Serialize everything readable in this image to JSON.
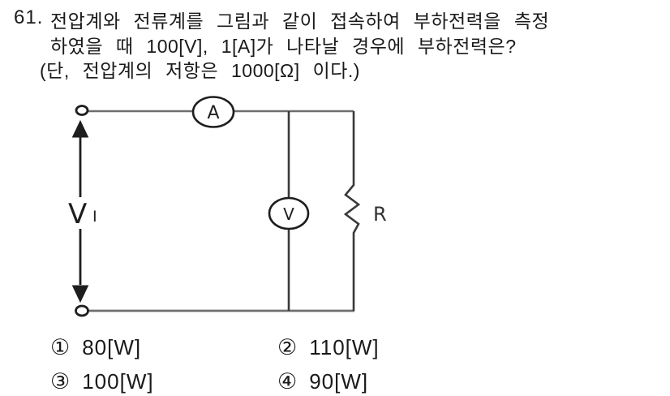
{
  "question": {
    "number": "61.",
    "lines": [
      "전압계와 전류계를 그림과 같이 접속하여 부하전력을 측정",
      "하였을 때 100[V], 1[A]가 나타날 경우에 부하전력은?",
      "(단, 전압계의 저항은 1000[Ω] 이다.)"
    ]
  },
  "diagram": {
    "ammeter_label": "A",
    "voltmeter_label": "V",
    "resistor_label": "R",
    "source_label": "V",
    "source_label_sub": "I"
  },
  "choices": [
    {
      "marker": "①",
      "label": "80[W]"
    },
    {
      "marker": "②",
      "label": "110[W]"
    },
    {
      "marker": "③",
      "label": "100[W]"
    },
    {
      "marker": "④",
      "label": "90[W]"
    }
  ],
  "colors": {
    "background": "#ffffff",
    "text": "#1a1a1a",
    "wire_gray": "#6e6e6e",
    "line_dark": "#3a3a3a",
    "component_stroke": "#1e1e1e"
  }
}
